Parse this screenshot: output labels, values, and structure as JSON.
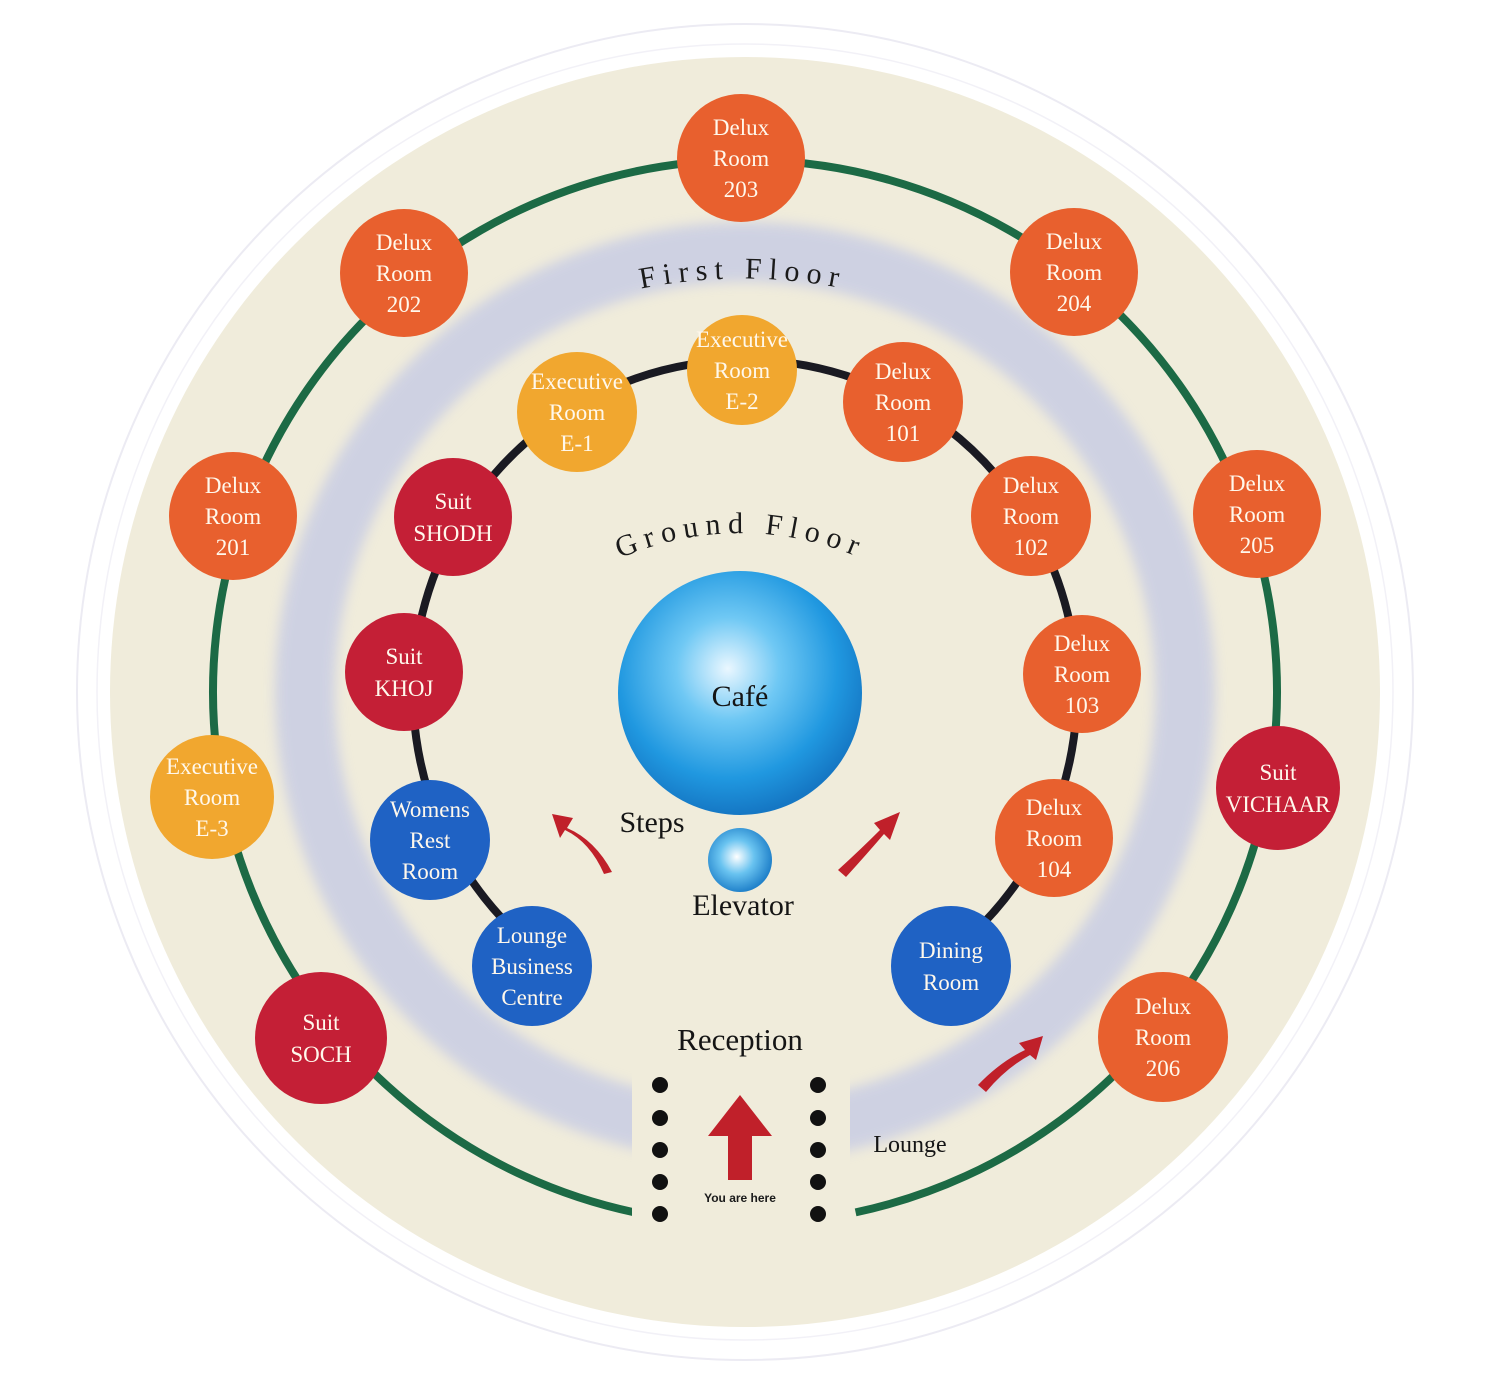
{
  "floors": {
    "first": "First Floor",
    "ground": "Ground Floor"
  },
  "center": {
    "cafe": "Café",
    "elevator": "Elevator",
    "steps": "Steps",
    "reception": "Reception",
    "you_are_here": "You are here",
    "lounge": "Lounge"
  },
  "colors": {
    "delux": "#e8602e",
    "executive": "#f1a72f",
    "suit": "#c41f36",
    "service": "#1f62c4",
    "first_floor_ring": "#1c6a45",
    "ground_floor_ring": "#1a1a22",
    "plaque": "#f0ecdb",
    "arrow": "#c0202a"
  },
  "rooms": [
    {
      "id": "delux-203",
      "kind": "delux",
      "lines": [
        "Delux",
        "Room",
        "203"
      ]
    },
    {
      "id": "delux-202",
      "kind": "delux",
      "lines": [
        "Delux",
        "Room",
        "202"
      ]
    },
    {
      "id": "delux-204",
      "kind": "delux",
      "lines": [
        "Delux",
        "Room",
        "204"
      ]
    },
    {
      "id": "delux-201",
      "kind": "delux",
      "lines": [
        "Delux",
        "Room",
        "201"
      ]
    },
    {
      "id": "delux-205",
      "kind": "delux",
      "lines": [
        "Delux",
        "Room",
        "205"
      ]
    },
    {
      "id": "executive-e3",
      "kind": "executive",
      "lines": [
        "Executive",
        "Room",
        "E-3"
      ]
    },
    {
      "id": "suit-vichaar",
      "kind": "suit",
      "lines": [
        "Suit",
        "VICHAAR"
      ]
    },
    {
      "id": "suit-soch",
      "kind": "suit",
      "lines": [
        "Suit",
        "SOCH"
      ]
    },
    {
      "id": "delux-206",
      "kind": "delux",
      "lines": [
        "Delux",
        "Room",
        "206"
      ]
    },
    {
      "id": "executive-e2",
      "kind": "executive",
      "lines": [
        "Executive",
        "Room",
        "E-2"
      ]
    },
    {
      "id": "executive-e1",
      "kind": "executive",
      "lines": [
        "Executive",
        "Room",
        "E-1"
      ]
    },
    {
      "id": "delux-101",
      "kind": "delux",
      "lines": [
        "Delux",
        "Room",
        "101"
      ]
    },
    {
      "id": "suit-shodh",
      "kind": "suit",
      "lines": [
        "Suit",
        "SHODH"
      ]
    },
    {
      "id": "delux-102",
      "kind": "delux",
      "lines": [
        "Delux",
        "Room",
        "102"
      ]
    },
    {
      "id": "suit-khoj",
      "kind": "suit",
      "lines": [
        "Suit",
        "KHOJ"
      ]
    },
    {
      "id": "delux-103",
      "kind": "delux",
      "lines": [
        "Delux",
        "Room",
        "103"
      ]
    },
    {
      "id": "womens-rest-room",
      "kind": "service",
      "lines": [
        "Womens",
        "Rest",
        "Room"
      ]
    },
    {
      "id": "delux-104",
      "kind": "delux",
      "lines": [
        "Delux",
        "Room",
        "104"
      ]
    },
    {
      "id": "lounge-business-centre",
      "kind": "service",
      "lines": [
        "Lounge",
        "Business",
        "Centre"
      ]
    },
    {
      "id": "dining-room",
      "kind": "service",
      "lines": [
        "Dining",
        "Room"
      ]
    }
  ]
}
